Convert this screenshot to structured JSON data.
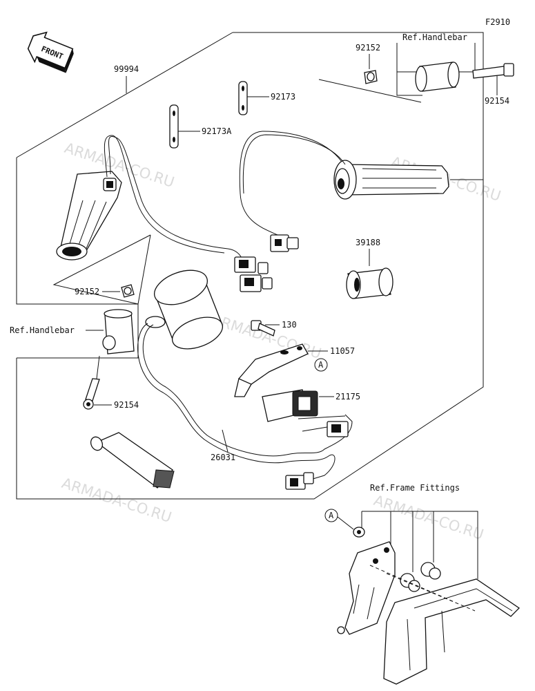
{
  "figure_code": "F2910",
  "front_label": "FRONT",
  "watermark": "ARMADA-CO.RU",
  "labels": {
    "p99994": "99994",
    "p92152_top": "92152",
    "ref_handlebar_top": "Ref.Handlebar",
    "p92154_top": "92154",
    "p92173": "92173",
    "p92173a": "92173A",
    "p39188": "39188",
    "p92152_left": "92152",
    "ref_handlebar_left": "Ref.Handlebar",
    "p92154_left": "92154",
    "p130": "130",
    "p11057": "11057",
    "p21175": "21175",
    "p26031": "26031",
    "ref_frame": "Ref.Frame Fittings",
    "marker_a1": "A",
    "marker_a2": "A"
  }
}
